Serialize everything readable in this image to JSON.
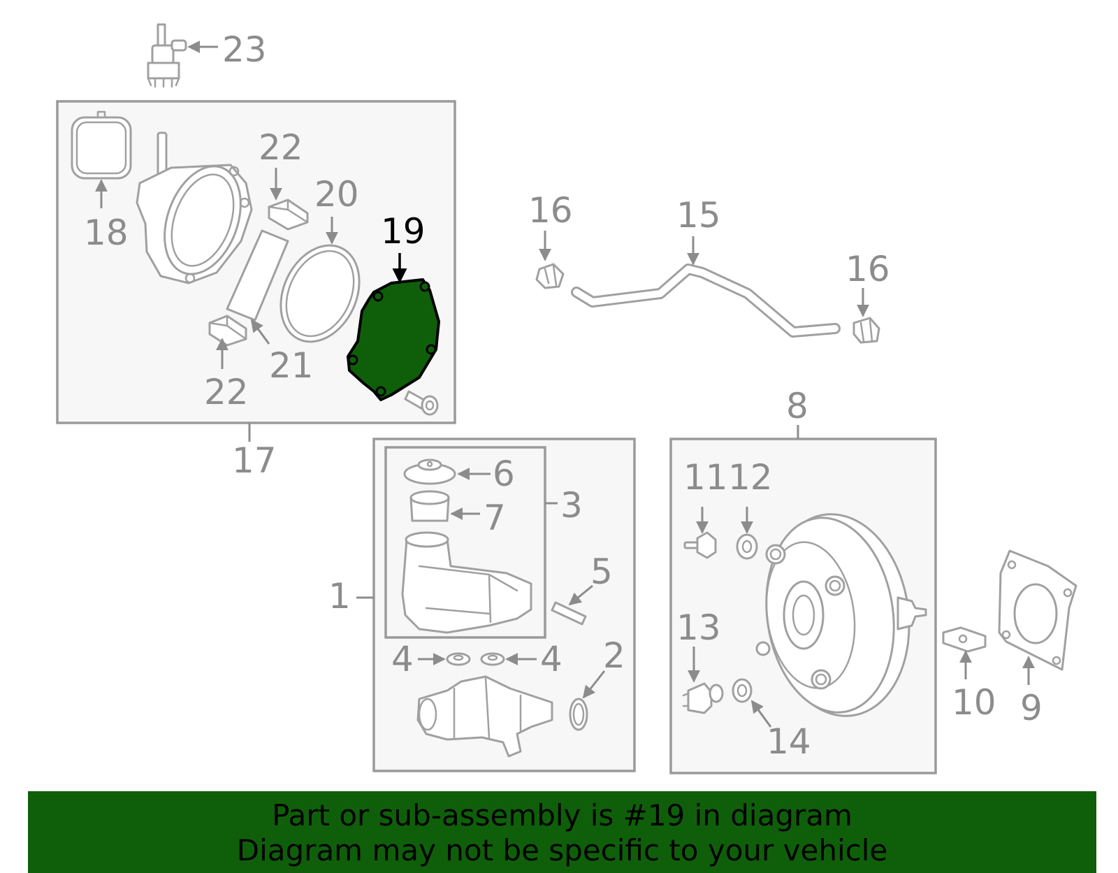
{
  "labels": {
    "p1": "1",
    "p2": "2",
    "p3": "3",
    "p4a": "4",
    "p4b": "4",
    "p5": "5",
    "p6": "6",
    "p7": "7",
    "p8": "8",
    "p9": "9",
    "p10": "10",
    "p11": "11",
    "p12": "12",
    "p13": "13",
    "p14": "14",
    "p15": "15",
    "p16a": "16",
    "p16b": "16",
    "p17": "17",
    "p18": "18",
    "p19": "19",
    "p20": "20",
    "p21": "21",
    "p22a": "22",
    "p22b": "22",
    "p23": "23"
  },
  "highlight": {
    "part": "19",
    "color": "#0f5f0a"
  },
  "colors": {
    "line": "#a0a0a0",
    "label": "#8c8c8c",
    "banner": "#0f5f0a"
  },
  "banner": {
    "line1": "Part or sub-assembly is #19 in diagram",
    "line2": "Diagram may not be specific to your vehicle"
  }
}
